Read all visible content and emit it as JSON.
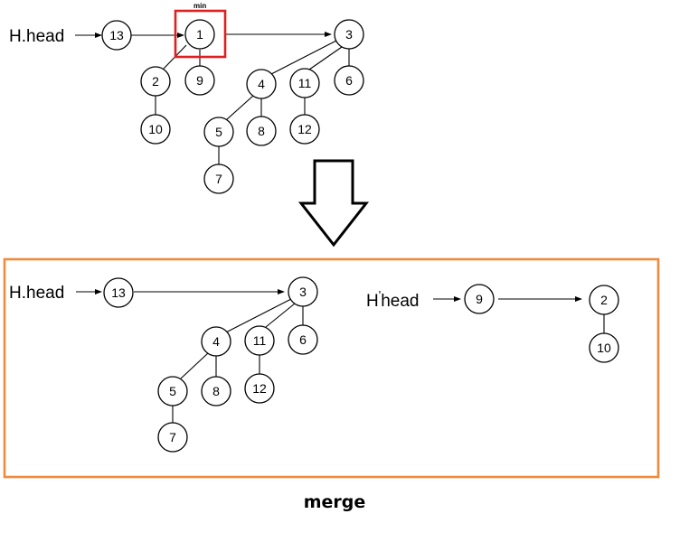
{
  "colors": {
    "min_box": "#e02020",
    "highlight_edge": "#f2e000",
    "result_frame": "#f08a3c",
    "ink": "#000000"
  },
  "top_heap": {
    "head_label": "H.head",
    "min_label": "min",
    "roots": [
      "13",
      "1",
      "3"
    ],
    "nodes": {
      "n13": "13",
      "n1": "1",
      "n3": "3",
      "n2": "2",
      "n9": "9",
      "n10": "10",
      "n4": "4",
      "n11": "11",
      "n6": "6",
      "n5": "5",
      "n8": "8",
      "n12": "12",
      "n7": "7"
    }
  },
  "bottom_left_heap": {
    "head_label": "H.head",
    "nodes": {
      "n13": "13",
      "n3": "3",
      "n4": "4",
      "n11": "11",
      "n6": "6",
      "n5": "5",
      "n8": "8",
      "n12": "12",
      "n7": "7"
    }
  },
  "bottom_right_heap": {
    "head_label": "H'head",
    "head_prefix": "H",
    "head_mark": "'",
    "head_suffix": "head",
    "nodes": {
      "n9": "9",
      "n2": "2",
      "n10": "10"
    }
  },
  "caption": "merge"
}
